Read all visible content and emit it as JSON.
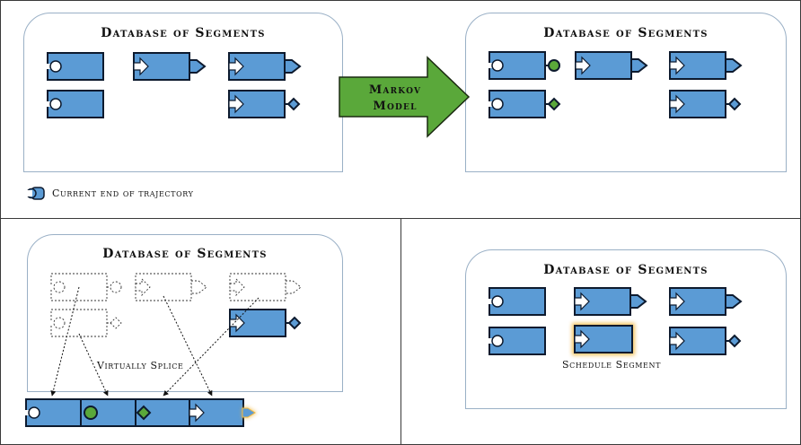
{
  "panels": {
    "top": {
      "database_title_left": "Database of Segments",
      "database_title_right": "Database of Segments",
      "arrow_label_line1": "Markov",
      "arrow_label_line2": "Model",
      "legend_text": "Current end of trajectory"
    },
    "bottom_left": {
      "database_title": "Database of Segments",
      "caption": "Virtually Splice"
    },
    "bottom_right": {
      "database_title": "Database of Segments",
      "caption": "Schedule Segment"
    }
  },
  "colors": {
    "segment_fill": "#5b9bd5",
    "segment_stroke": "#0d1a2e",
    "current_end": "#5aa83a",
    "arrow_fill": "#5aa83a",
    "highlight_glow": "#f0b840",
    "db_border": "#9ab0c6"
  }
}
